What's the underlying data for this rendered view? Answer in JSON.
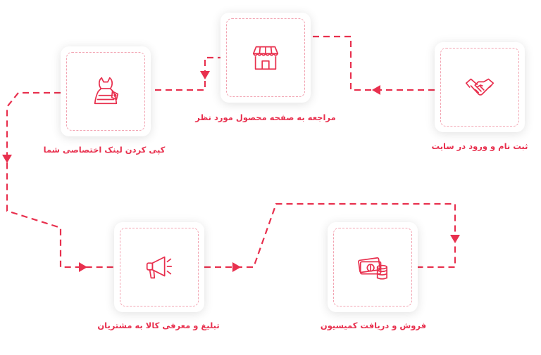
{
  "accent_color": "#e8304e",
  "steps": [
    {
      "label": "ثبت نام و ورود در سایت",
      "icon": "handshake-icon"
    },
    {
      "label": "مراجعه به صفحه محصول مورد نظر",
      "icon": "store-icon"
    },
    {
      "label": "کپی کردن لینک اختصاصی شما",
      "icon": "dress-tag-icon"
    },
    {
      "label": "تبلیغ و معرفی کالا به مشتریان",
      "icon": "megaphone-icon"
    },
    {
      "label": "فروش و دریافت کمیسیون",
      "icon": "money-coins-icon"
    }
  ]
}
